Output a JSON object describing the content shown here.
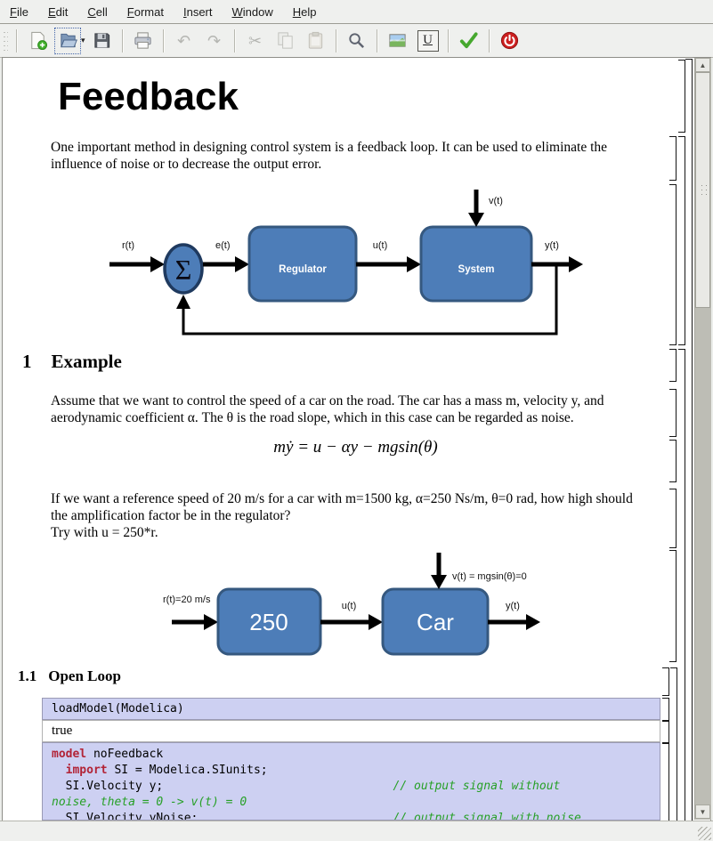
{
  "menu": {
    "items": [
      {
        "label": "File"
      },
      {
        "label": "Edit"
      },
      {
        "label": "Cell"
      },
      {
        "label": "Format"
      },
      {
        "label": "Insert"
      },
      {
        "label": "Window"
      },
      {
        "label": "Help"
      }
    ]
  },
  "toolbar": {
    "icons": [
      "new-document",
      "open",
      "open-dropdown",
      "save",
      "print",
      "undo",
      "redo",
      "cut",
      "copy",
      "paste",
      "search",
      "insert-image",
      "underline",
      "evaluate",
      "quit"
    ],
    "underline_glyph": "U",
    "cut_glyph": "✂",
    "undo_glyph": "↶",
    "redo_glyph": "↷",
    "open_caret": "▾",
    "scroll_up_glyph": "▲",
    "scroll_down_glyph": "▼"
  },
  "content": {
    "title": "Feedback",
    "para1": {
      "lines": [
        "One important method in designing control system is a feedback loop. It can be used to eliminate the",
        "influence of noise or to decrease the output error."
      ]
    },
    "section1": {
      "number": "1",
      "title": "Example"
    },
    "para2": {
      "lines": [
        "Assume that we want to control the speed of a car on the road. The car has a mass m, velocity y, and",
        "aerodynamic coefficient α. The θ is the road slope, which in this case can be regarded as noise."
      ]
    },
    "formula": "mẏ = u − αy − mgsin(θ)",
    "para3": {
      "lines": [
        "If we want a reference speed of 20 m/s for a car with m=1500 kg, α=250 Ns/m, θ=0 rad, how high should",
        "the amplification factor be in the regulator?",
        "Try with u = 250*r."
      ]
    },
    "section11": {
      "number": "1.1",
      "title": "Open Loop"
    },
    "cells": {
      "input1": "loadModel(Modelica)",
      "output1": "true",
      "code2_lines": [
        [
          {
            "s": "keyword",
            "t": "model"
          },
          {
            "s": "plain",
            "t": " noFeedback"
          }
        ],
        [
          {
            "s": "plain",
            "t": "  "
          },
          {
            "s": "keyword",
            "t": "import"
          },
          {
            "s": "plain",
            "t": " SI = Modelica.SIunits;"
          }
        ],
        [
          {
            "s": "plain",
            "t": "  SI.Velocity y;                                 "
          },
          {
            "s": "comment",
            "t": "// output signal without"
          }
        ],
        [
          {
            "s": "comment",
            "t": "noise, theta = 0 -> v(t) = 0"
          }
        ],
        [
          {
            "s": "plain",
            "t": "  SI.Velocity yNoise;                            "
          },
          {
            "s": "comment",
            "t": "// output signal with noise"
          }
        ]
      ]
    }
  },
  "diagram1": {
    "input_label": "r(t)",
    "error_label": "e(t)",
    "control_label": "u(t)",
    "output_label": "y(t)",
    "noise_label": "v(t)",
    "sum_symbol": "Σ",
    "block1": "Regulator",
    "block2": "System"
  },
  "diagram2": {
    "input_label": "r(t)=20 m/s",
    "gain_label": "250",
    "control_label": "u(t)",
    "plant_label": "Car",
    "noise_label": "v(t) = mgsin(θ)=0",
    "output_label": "y(t)"
  },
  "colors": {
    "block_fill": "#4d7db8",
    "block_border": "#35587f",
    "input_cell_bg": "#cdd0f2",
    "keyword": "#b22437",
    "comment": "#27a027",
    "check_green": "#46a82e",
    "quit_red": "#cc1f1f"
  }
}
